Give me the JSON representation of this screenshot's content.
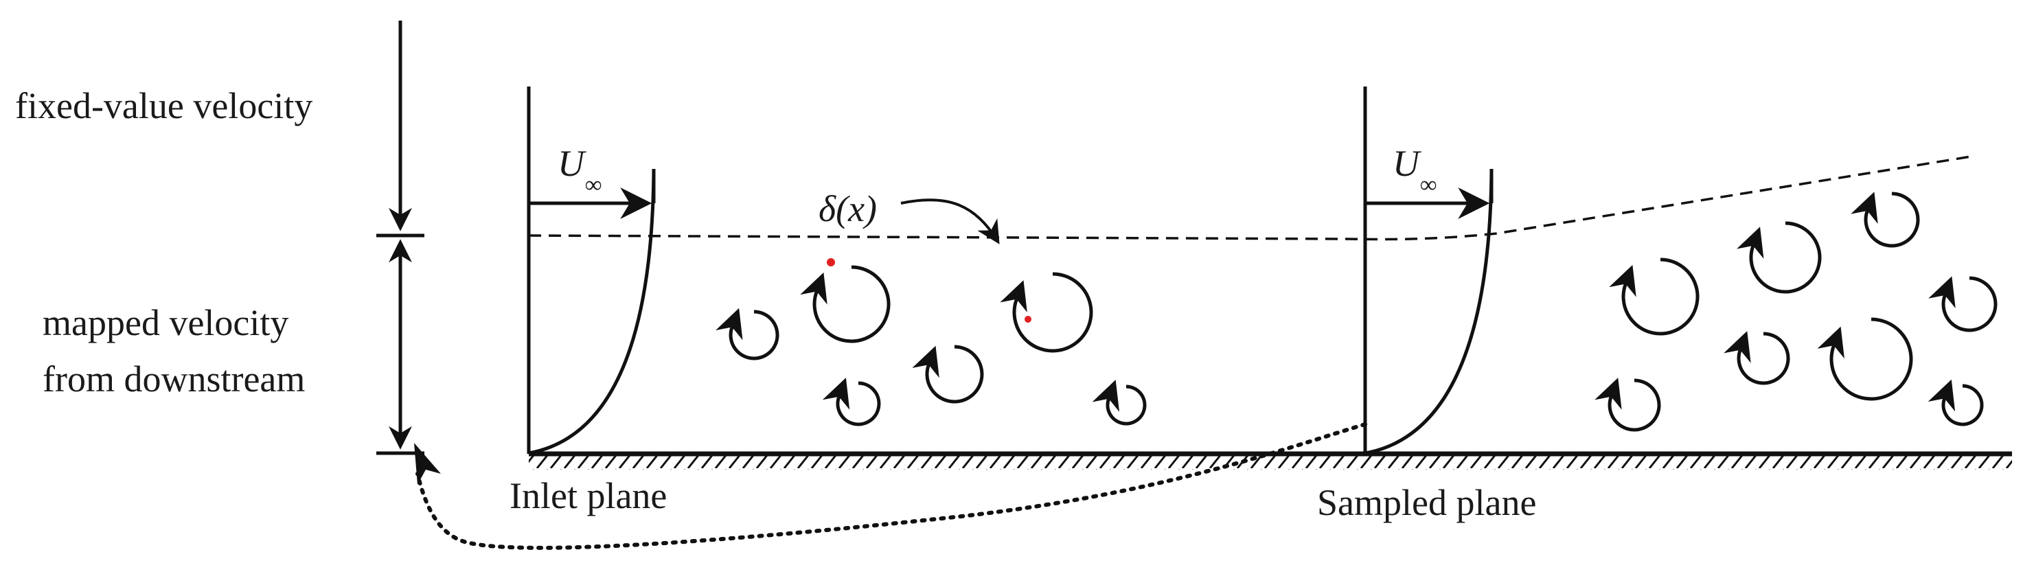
{
  "labels": {
    "fixed_value_velocity": "fixed-value velocity",
    "mapped_velocity_line1": "mapped velocity",
    "mapped_velocity_line2": "from downstream",
    "inlet_plane": "Inlet plane",
    "sampled_plane": "Sampled plane",
    "u_symbol": "U",
    "u_subscript": "∞",
    "delta_label": "δ(x)"
  },
  "colors": {
    "ink": "#111111",
    "marker": "#e02020",
    "background": "#ffffff"
  }
}
